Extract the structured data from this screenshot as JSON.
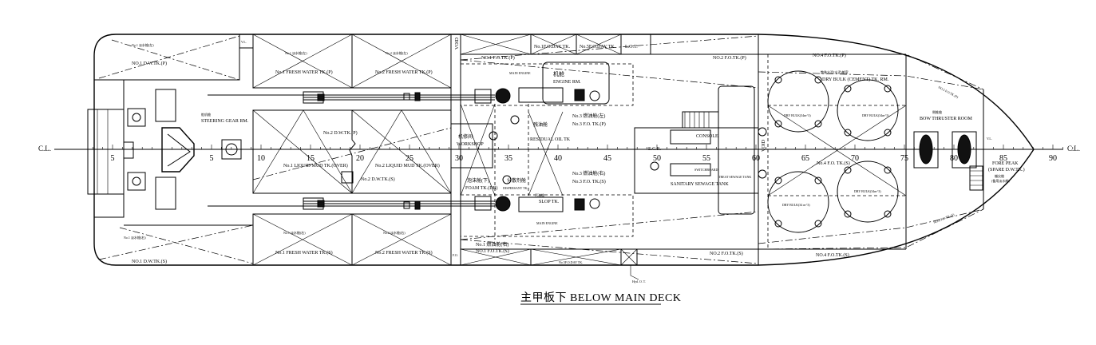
{
  "drawing": {
    "title": "主甲板下 BELOW MAIN DECK",
    "centerline_left": "C.L.",
    "centerline_right": "C.L.",
    "frame_labels": [
      "5",
      "5",
      "10",
      "15",
      "20",
      "25",
      "30",
      "35",
      "40",
      "45",
      "50",
      "55",
      "60",
      "65",
      "70",
      "75",
      "80",
      "85",
      "90"
    ],
    "frame_values": [
      -5,
      5,
      10,
      15,
      20,
      25,
      30,
      35,
      40,
      45,
      50,
      55,
      60,
      65,
      70,
      75,
      80,
      85,
      90
    ]
  },
  "aft": {
    "dw_p": "NO.1 D.W.TK.(P)",
    "dw_p_cn": "No.1 淡水舱(左)",
    "dw_s": "NO.1 D.W.TK.(S)",
    "dw_s_cn": "No.1 淡水舱(右)",
    "vl": "V.L.",
    "steering_cn": "舵机舱",
    "steering": "STEERING GEAR RM."
  },
  "tanks": {
    "fw1_p": "No.1 FRESH WATER TK.(P)",
    "fw2_p": "No.2 FRESH WATER TK.(P)",
    "fw1_s": "No.1 FRESH WATER TK.(S)",
    "fw2_s": "No.2 FRESH WATER TK.(S)",
    "fw1_p_cn": "No.1 淡水舱(左)",
    "fw2_p_cn": "No.2 淡水舱(左)",
    "fw1_s_cn": "No.1 淡水舱(右)",
    "fw2_s_cn": "No.2 淡水舱(右)",
    "dw2_p": "No.2 D.W.TK.(P)",
    "dw2_s": "No.2 D.W.TK.(S)",
    "mud1": "No.1 LIQUID MUD TK.(OVER)",
    "mud2": "No.2 LIQUID MUD TK.(OVER)"
  },
  "engine": {
    "void_aft": "VOID",
    "void_fwd": "VOID",
    "fo1_p": "NO.1 F.O.TK.(P)",
    "fo1_s": "NO.1 F.O.TK.(S)",
    "fo1_s_cn": "No.1 燃油舱(右)",
    "day1": "No.1F.O.DAY TK.",
    "day5": "No.5F.O.DAY TK.",
    "day5_s": "No.5F.O.DAY TK.",
    "lot": "L.O.T.",
    "er_cn": "机舱",
    "er": "ENGINE RM.",
    "main_engine_p": "MAIN ENGINE",
    "main_engine_s": "MAIN ENGINE",
    "fo3_p_cn": "No.3 燃油舱(左)",
    "fo3_p": "No.3 F.O. TK.(P)",
    "fo3_s_cn": "No.3 燃油舱(右)",
    "fo3_s": "No.3 F.O. TK.(S)",
    "workshop_cn": "机修间",
    "workshop": "WORKSHOP",
    "residual_cn": "残油舱",
    "residual": "RESIDUAL OIL TK",
    "foam_cn": "泡沫舱(下)",
    "foam": "FOAM TK.(DB)",
    "disp_cn": "分散剂舱",
    "disp": "DISPERSANT TK.",
    "slop_cn": "污油舱",
    "slop": "SLOP TK.",
    "ecr": "E.C.R.",
    "console": "CONSOLE",
    "switchboard": "SWITCHBOARD",
    "sewage": "SANITARY SEWAGE TANK",
    "treat": "TREAT SEWAGE TANK",
    "fo2_p": "NO.2 F.O.TK.(P)",
    "fo2_s": "NO.2 F.O.TK.(S)",
    "hyd": "Hyd. O. T.",
    "fot": "F.O."
  },
  "fwd": {
    "fo4_p": "NO.4 F.O.TK.(P)",
    "fo4_s_mid": "No.4 F.O. TK.(S)",
    "fo4_s": "NO.4 F.O.TK.(S)",
    "drybulk_cn": "散装水泥(水泥)舱室",
    "drybulk": "DRY BULK (CEMENT) TK. RM.",
    "bulk1": "DRY BULK(34m^3)",
    "bulk2": "DRY BULK(34m^3)",
    "bulk3": "DRY BULK(34 m^3)",
    "bulk4": "DRY BULK(34m^3)",
    "fo5_p": "NO.5 F.O.TK.(P)",
    "fo5_s": "NO.5 F.O.TK.(S)",
    "bow_cn": "侧推舱",
    "bow": "BOW THRUSTER ROOM",
    "vl": "V.L.",
    "fore_peak": "FORE PEAK",
    "spare": "(SPARE D.W.TK.)",
    "fp_cn": "艏尖舱",
    "fp_cn2": "(备用淡水舱)"
  }
}
